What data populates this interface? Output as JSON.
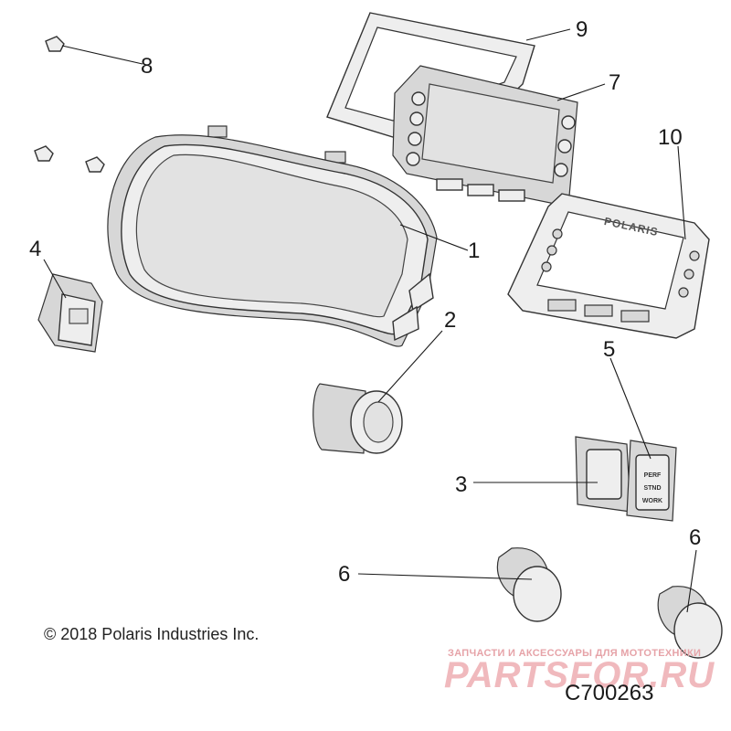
{
  "callouts": [
    {
      "key": "1",
      "label": "1"
    },
    {
      "key": "2",
      "label": "2"
    },
    {
      "key": "3",
      "label": "3"
    },
    {
      "key": "4",
      "label": "4"
    },
    {
      "key": "5",
      "label": "5"
    },
    {
      "key": "6a",
      "label": "6"
    },
    {
      "key": "6b",
      "label": "6"
    },
    {
      "key": "7",
      "label": "7"
    },
    {
      "key": "8",
      "label": "8"
    },
    {
      "key": "9",
      "label": "9"
    },
    {
      "key": "10",
      "label": "10"
    }
  ],
  "switch_labels": {
    "perf": "PERF",
    "stnd": "STND",
    "work": "WORK"
  },
  "bezel_logo": "POLARIS",
  "copyright": "© 2018 Polaris Industries Inc.",
  "diagram_code": "C700263",
  "watermark": {
    "tagline": "ЗАПЧАСТИ И АКСЕССУАРЫ ДЛЯ МОТОТЕХНИКИ",
    "site": "PARTSFOR.RU"
  },
  "colors": {
    "watermark": "#f0b9bd",
    "line": "#1a1a1a"
  }
}
